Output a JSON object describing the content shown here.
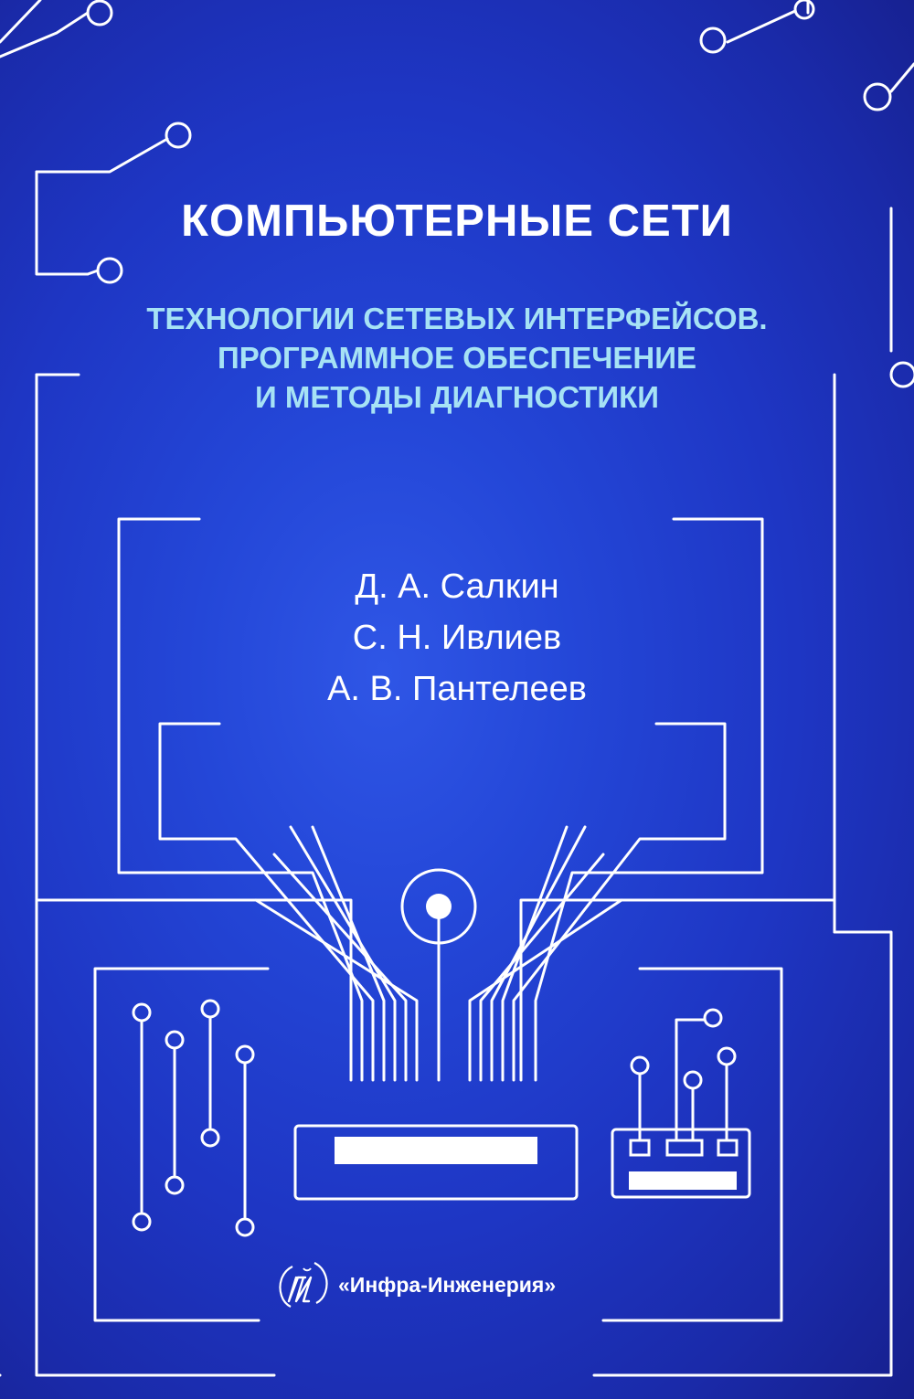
{
  "cover": {
    "title": "КОМПЬЮТЕРНЫЕ СЕТИ",
    "subtitle_lines": [
      "ТЕХНОЛОГИИ СЕТЕВЫХ ИНТЕРФЕЙСОВ.",
      "ПРОГРАММНОЕ ОБЕСПЕЧЕНИЕ",
      "И МЕТОДЫ ДИАГНОСТИКИ"
    ],
    "authors": [
      "Д. А. Салкин",
      "С. Н. Ивлиев",
      "А. В. Пантелеев"
    ],
    "publisher": {
      "logo_icon": "publisher-logo-icon",
      "name": "«Инфра-Инженерия»"
    },
    "colors": {
      "background": "#2447d8",
      "title": "#ffffff",
      "subtitle": "#a6e2f5",
      "circuit_lines": "#ffffff"
    }
  }
}
